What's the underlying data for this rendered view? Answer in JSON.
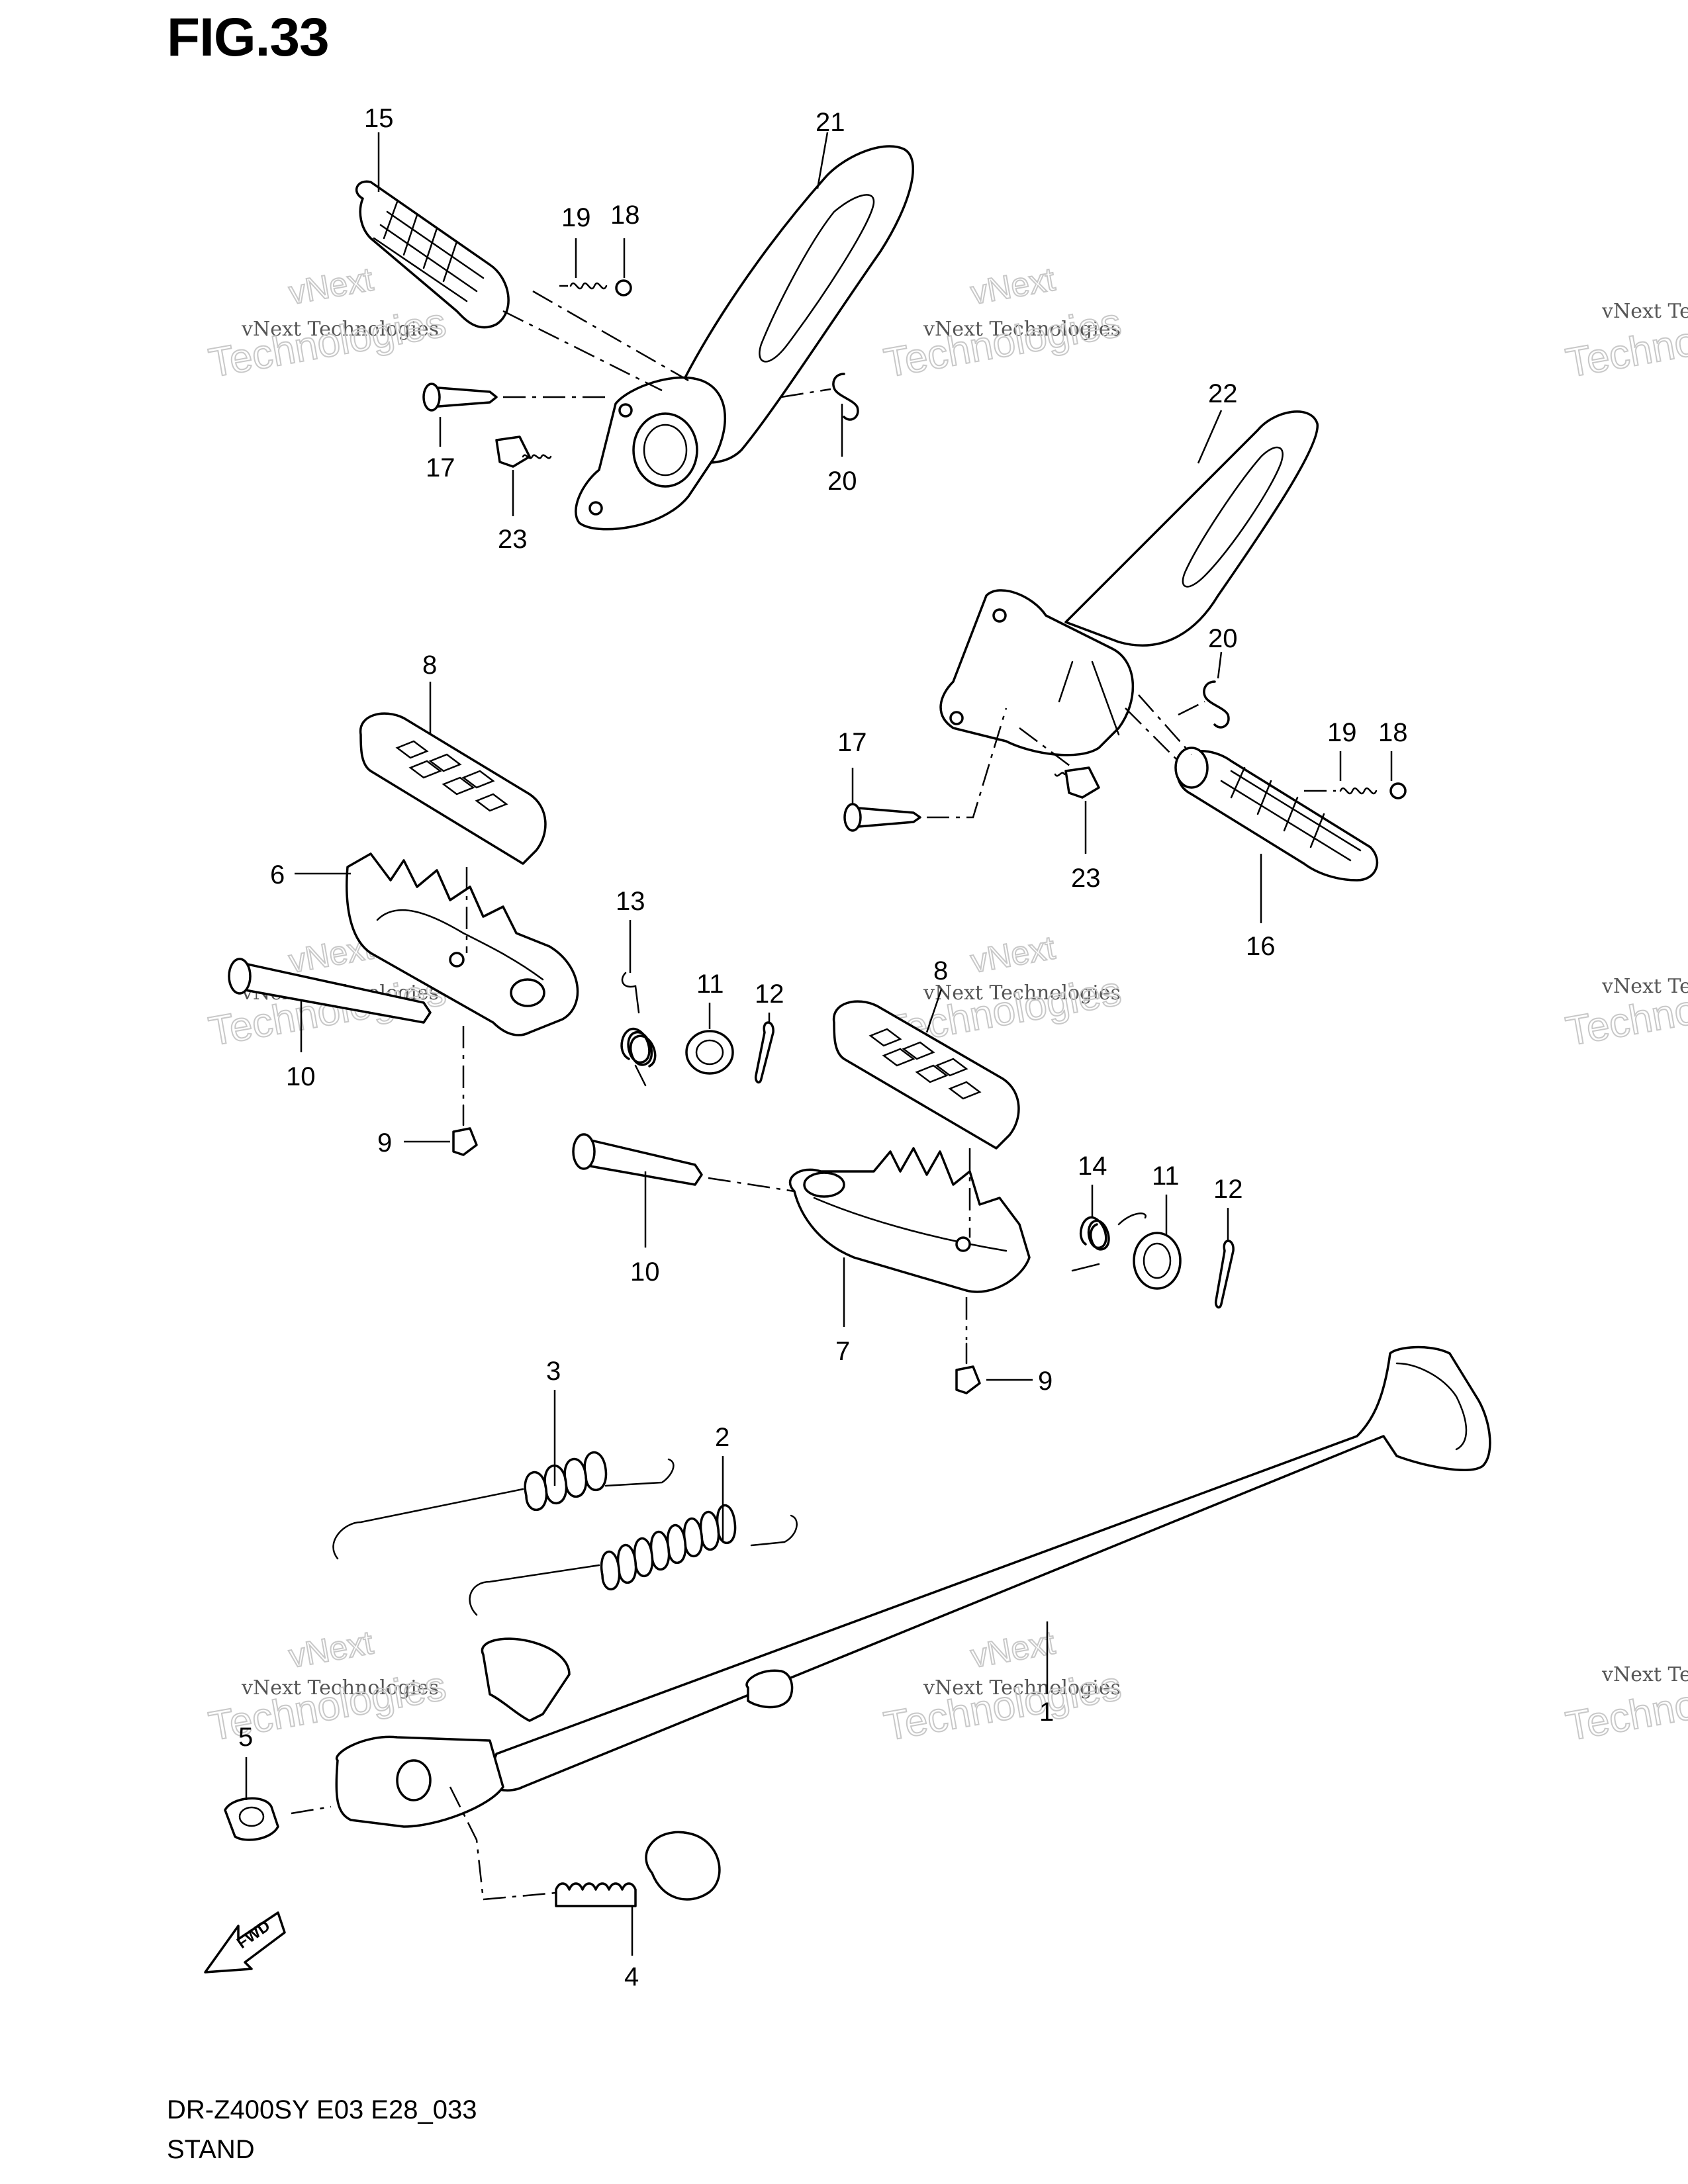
{
  "figure_title": "FIG.33",
  "footer": {
    "model_code": "DR-Z400SY  E03  E28_033",
    "section_name": "STAND"
  },
  "watermark": {
    "company_line": "vNext Technologies",
    "brand_top": "vNext",
    "brand_bottom": "Technologies"
  },
  "fwd_label": "FWD",
  "callouts": {
    "c15": "15",
    "c21": "21",
    "c19a": "19",
    "c18a": "18",
    "c17a": "17",
    "c20a": "20",
    "c23a": "23",
    "c22": "22",
    "c20b": "20",
    "c17b": "17",
    "c19b": "19",
    "c18b": "18",
    "c23b": "23",
    "c16": "16",
    "c8a": "8",
    "c6": "6",
    "c13": "13",
    "c11a": "11",
    "c12a": "12",
    "c10a": "10",
    "c9a": "9",
    "c8b": "8",
    "c14": "14",
    "c11b": "11",
    "c12b": "12",
    "c10b": "10",
    "c7": "7",
    "c9b": "9",
    "c3": "3",
    "c2": "2",
    "c1": "1",
    "c5": "5",
    "c4": "4"
  }
}
